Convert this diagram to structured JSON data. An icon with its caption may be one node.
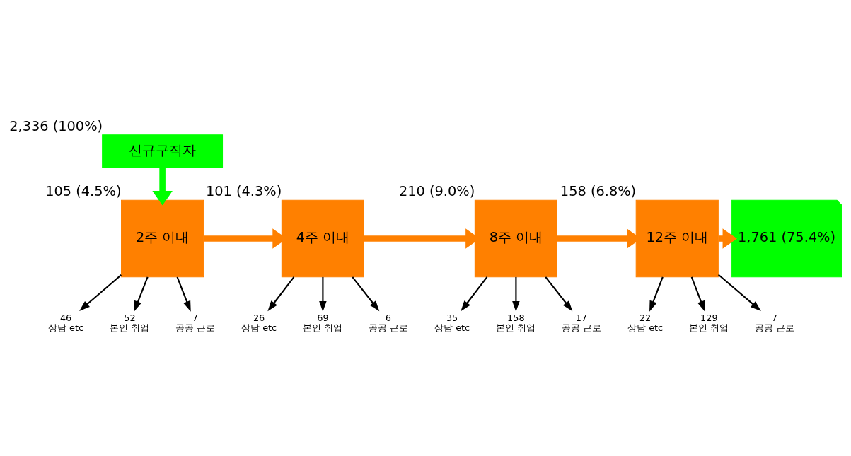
{
  "diagram": {
    "nodes": [
      {
        "text": [
          "신규구직자"
        ],
        "beside": [
          "2,336 (100%)"
        ]
      },
      {
        "text": [
          "2주 이내"
        ],
        "beside": [
          "105 (4.5%)"
        ]
      },
      {
        "text": [
          "4주 이내"
        ],
        "beside": [
          "101 (4.3%)"
        ]
      },
      {
        "text": [
          "8주 이내"
        ],
        "beside": [
          "210 (9.0%)"
        ]
      },
      {
        "text": [
          "12주 이내"
        ],
        "beside": [
          "158 (6.8%)"
        ]
      },
      {
        "text": [
          "1,761 (75.4%)"
        ]
      },
      {
        "text": [
          "46",
          "상담 etc"
        ]
      },
      {
        "text": [
          "52",
          "본인 취업"
        ]
      },
      {
        "text": [
          "7",
          "공공 근로"
        ]
      },
      {
        "text": [
          "26",
          "상담 etc"
        ]
      },
      {
        "text": [
          "69",
          "본인 취업"
        ]
      },
      {
        "text": [
          "6",
          "공공 근로"
        ]
      },
      {
        "text": [
          "35",
          "상담 etc"
        ]
      },
      {
        "text": [
          "158",
          "본인 취업"
        ]
      },
      {
        "text": [
          "17",
          "공공 근로"
        ]
      },
      {
        "text": [
          "22",
          "상담 etc"
        ]
      },
      {
        "text": [
          "129",
          "본인 취업"
        ]
      },
      {
        "text": [
          "7",
          "공공 근로"
        ]
      }
    ],
    "edges": [
      {
        "from": 0,
        "to": 1,
        "arrow": "to",
        "style": "thick",
        "color": "#00ff00"
      },
      {
        "from": 1,
        "to": 2,
        "arrow": "to",
        "style": "thick",
        "color": "#ff8000"
      },
      {
        "from": 2,
        "to": 3,
        "arrow": "to",
        "style": "thick",
        "color": "#ff8000"
      },
      {
        "from": 3,
        "to": 4,
        "arrow": "to",
        "style": "thick",
        "color": "#ff8000"
      },
      {
        "from": 4,
        "to": 5,
        "arrow": "to",
        "style": "thick",
        "color": "#ff8000"
      },
      {
        "from": 1,
        "to": 6,
        "arrow": "to"
      },
      {
        "from": 1,
        "to": 7,
        "arrow": "to"
      },
      {
        "from": 1,
        "to": 8,
        "arrow": "to"
      },
      {
        "from": 2,
        "to": 9,
        "arrow": "to"
      },
      {
        "from": 2,
        "to": 10,
        "arrow": "to"
      },
      {
        "from": 2,
        "to": 11,
        "arrow": "to"
      },
      {
        "from": 3,
        "to": 12,
        "arrow": "to"
      },
      {
        "from": 3,
        "to": 13,
        "arrow": "to"
      },
      {
        "from": 3,
        "to": 14,
        "arrow": "to"
      },
      {
        "from": 4,
        "to": 15,
        "arrow": "to"
      },
      {
        "from": 4,
        "to": 16,
        "arrow": "to"
      },
      {
        "from": 4,
        "to": 17,
        "arrow": "to"
      }
    ]
  }
}
